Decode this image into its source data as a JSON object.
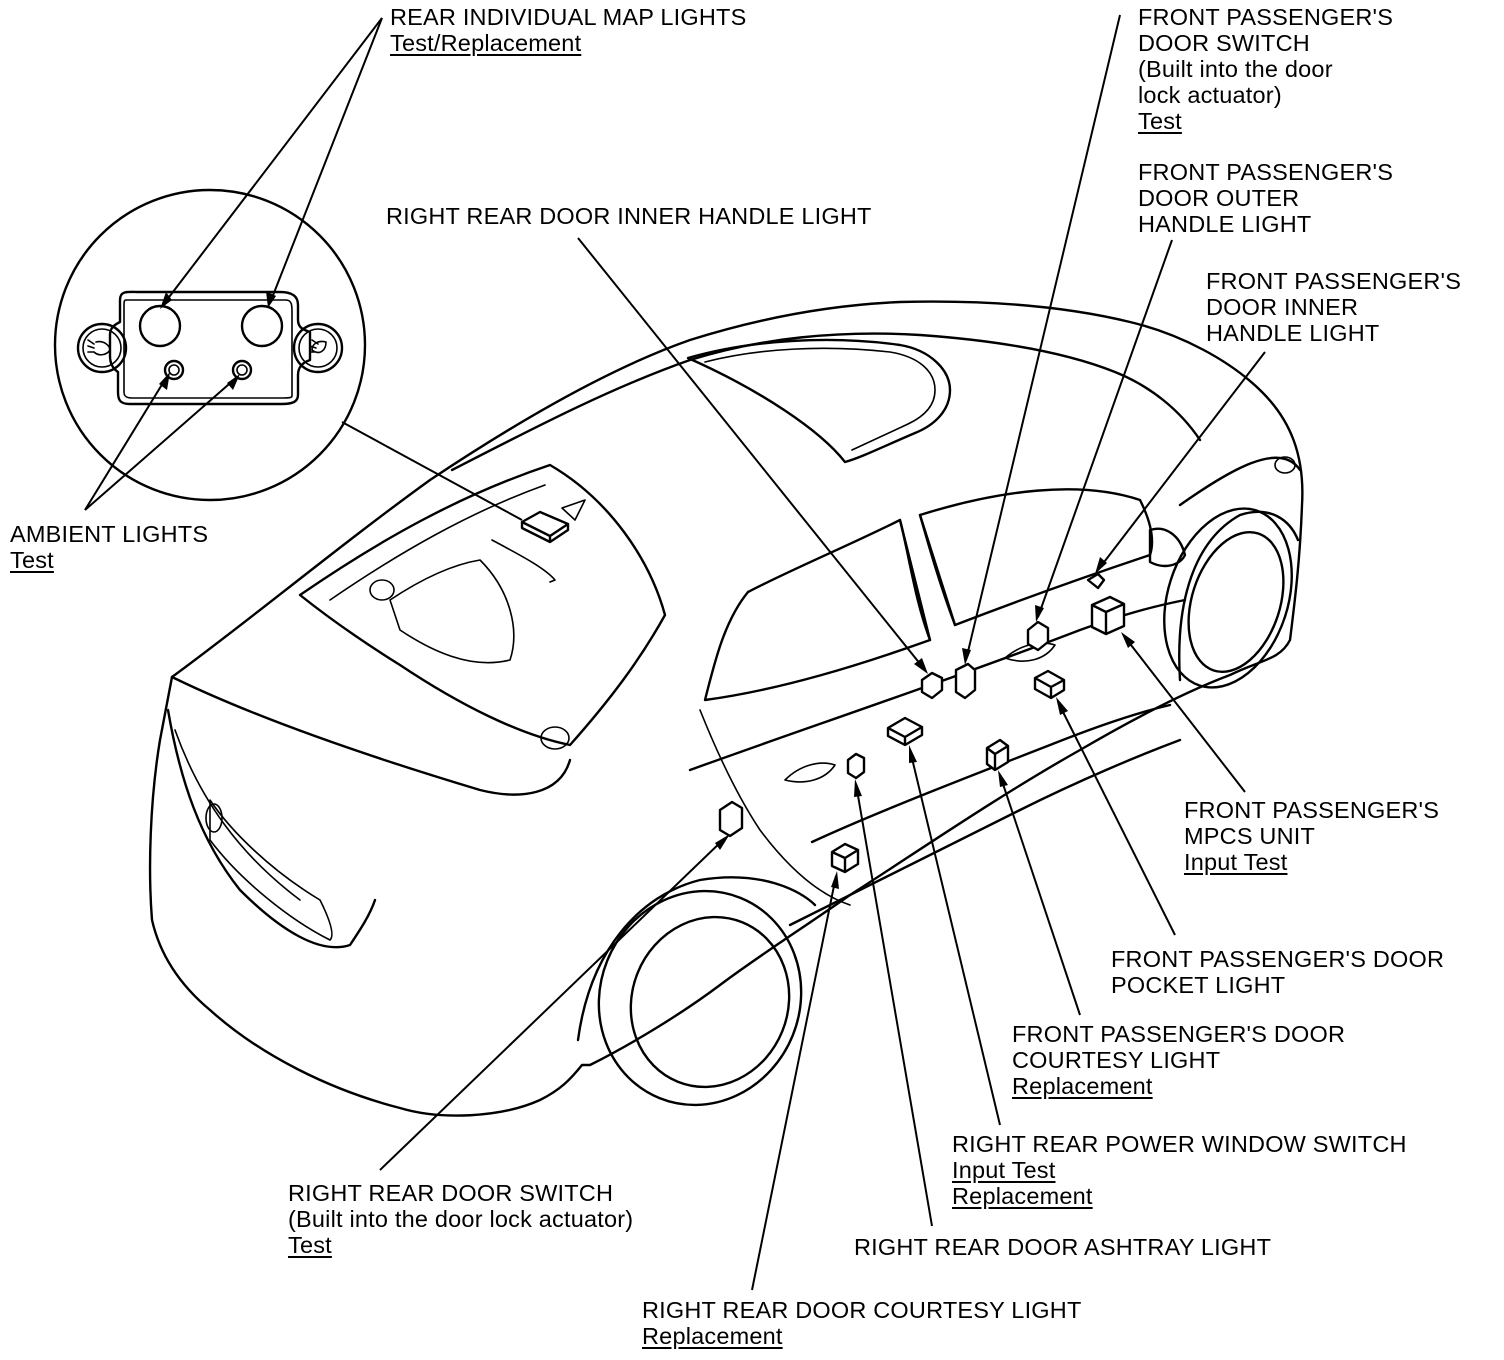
{
  "callouts": {
    "rear_map_lights": {
      "title": "REAR INDIVIDUAL MAP LIGHTS",
      "link": "Test/Replacement"
    },
    "ambient_lights": {
      "title": "AMBIENT LIGHTS",
      "link": "Test"
    },
    "rr_inner_handle_light": {
      "title": "RIGHT REAR DOOR INNER HANDLE LIGHT"
    },
    "fp_door_switch": {
      "lines": [
        "FRONT PASSENGER'S",
        "DOOR SWITCH",
        "(Built into the door",
        "lock actuator)"
      ],
      "link": "Test"
    },
    "fp_outer_handle_light": {
      "lines": [
        "FRONT PASSENGER'S",
        "DOOR OUTER",
        "HANDLE LIGHT"
      ]
    },
    "fp_inner_handle_light": {
      "lines": [
        "FRONT PASSENGER'S",
        "DOOR INNER",
        "HANDLE LIGHT"
      ]
    },
    "fp_mpcs_unit": {
      "lines": [
        "FRONT PASSENGER'S",
        "MPCS UNIT"
      ],
      "link": "Input Test"
    },
    "fp_pocket_light": {
      "lines": [
        "FRONT PASSENGER'S DOOR",
        "POCKET LIGHT"
      ]
    },
    "fp_courtesy_light": {
      "lines": [
        "FRONT PASSENGER'S DOOR",
        "COURTESY LIGHT"
      ],
      "link": "Replacement"
    },
    "rr_power_window_switch": {
      "title": "RIGHT REAR POWER WINDOW SWITCH",
      "links": [
        "Input Test",
        "Replacement"
      ]
    },
    "rr_door_switch": {
      "lines": [
        "RIGHT REAR DOOR SWITCH",
        "(Built into the door lock actuator)"
      ],
      "link": "Test"
    },
    "rr_ashtray_light": {
      "title": "RIGHT REAR DOOR ASHTRAY LIGHT"
    },
    "rr_courtesy_light": {
      "title": "RIGHT REAR DOOR COURTESY LIGHT",
      "link": "Replacement"
    }
  }
}
